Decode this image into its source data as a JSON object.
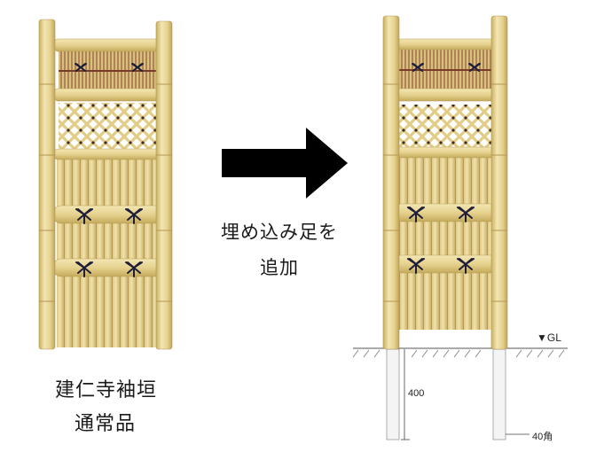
{
  "left_caption": {
    "line1": "建仁寺袖垣",
    "line2": "通常品"
  },
  "arrow_caption": {
    "line1": "埋め込み足を",
    "line2": "追加"
  },
  "ground_label": "▼GL",
  "embed_depth_label": "400",
  "post_size_label": "40角",
  "colors": {
    "bamboo": "#e6d28f",
    "bamboo_dark": "#c9b063",
    "bamboo_light": "#f3e6b3",
    "reed": "#a9754e",
    "tie": "#1d1d3a",
    "arrow": "#000000",
    "embed_post": "#f4f4f4"
  }
}
